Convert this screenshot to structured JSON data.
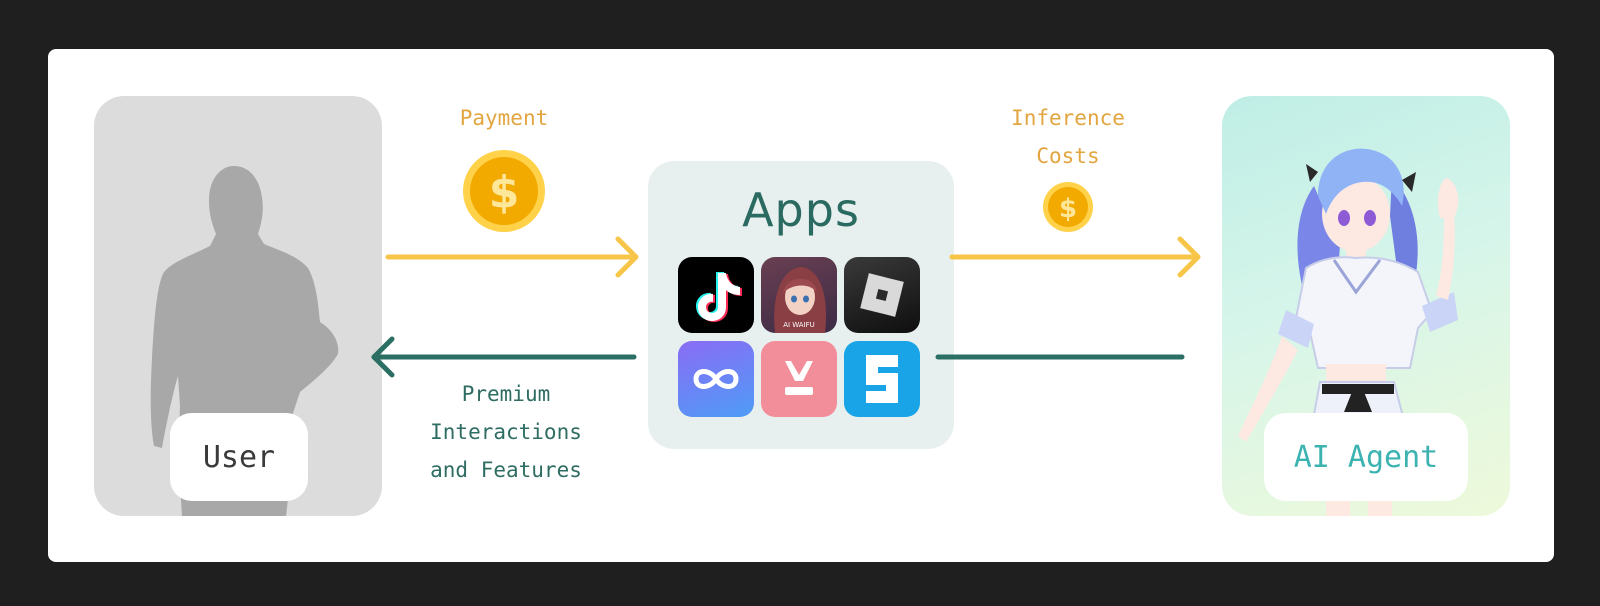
{
  "labels": {
    "payment": "Payment",
    "inference_line1": "Inference",
    "inference_line2": "Costs",
    "premium_line1": "Premium",
    "premium_line2": "Interactions",
    "premium_line3": "and Features"
  },
  "nodes": {
    "user": "User",
    "apps": "Apps",
    "agent": "AI Agent"
  },
  "app_icons": [
    {
      "name": "tiktok",
      "bg": "#000000"
    },
    {
      "name": "ai-waifu",
      "bg": "#5a3b4e",
      "caption": "AI WAIFU"
    },
    {
      "name": "roblox",
      "bg": "#1c1c1c"
    },
    {
      "name": "infinity-app",
      "bg": "#6b86f5"
    },
    {
      "name": "pink-app",
      "bg": "#f28e99"
    },
    {
      "name": "sandbox",
      "bg": "#18a4e6"
    }
  ],
  "colors": {
    "gold": "#f7c548",
    "coin": "#f2a900",
    "teal": "#2b6e63",
    "agent_text": "#3cb3b1"
  }
}
